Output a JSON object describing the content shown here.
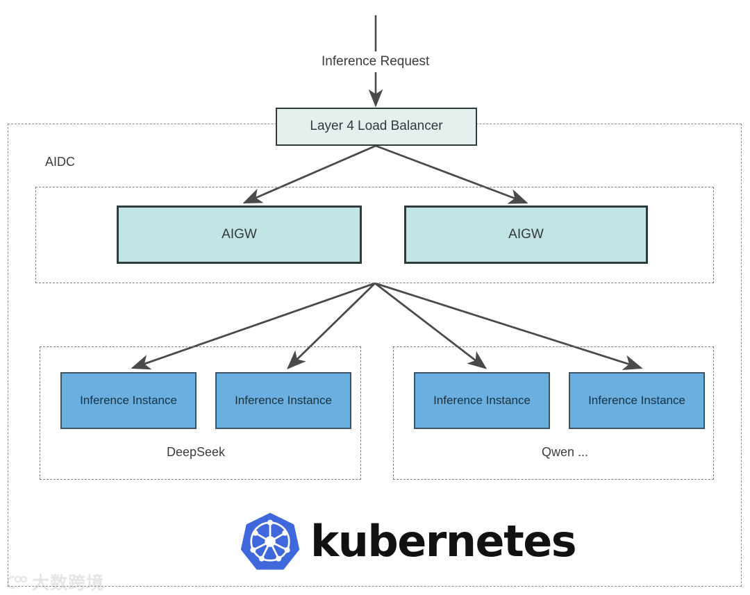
{
  "diagram": {
    "title_flow_label": "Inference Request",
    "outer_zone": {
      "name": "AIDC",
      "label": "AIDC"
    },
    "load_balancer": {
      "label": "Layer 4 Load Balancer",
      "fill": "#e4efee",
      "stroke": "#2e3b3c"
    },
    "gateway_zone": {
      "gateways": [
        {
          "label": "AIGW"
        },
        {
          "label": "AIGW"
        }
      ],
      "fill": "#c3e4e5",
      "stroke": "#2e3b3c"
    },
    "model_groups": [
      {
        "name": "DeepSeek",
        "label": "DeepSeek",
        "instances": [
          {
            "label": "Inference Instance"
          },
          {
            "label": "Inference Instance"
          }
        ]
      },
      {
        "name": "Qwen",
        "label": "Qwen ...",
        "instances": [
          {
            "label": "Inference Instance"
          },
          {
            "label": "Inference Instance"
          }
        ]
      }
    ],
    "instance_colors": {
      "fill": "#6aafe0",
      "stroke": "#3d5467"
    },
    "platform": {
      "logo_name": "kubernetes-logo",
      "wordmark": "kubernetes",
      "brand_color": "#3f68dd"
    },
    "watermark": {
      "text": "大数跨境"
    },
    "connector_color": "#4a4a4a"
  }
}
